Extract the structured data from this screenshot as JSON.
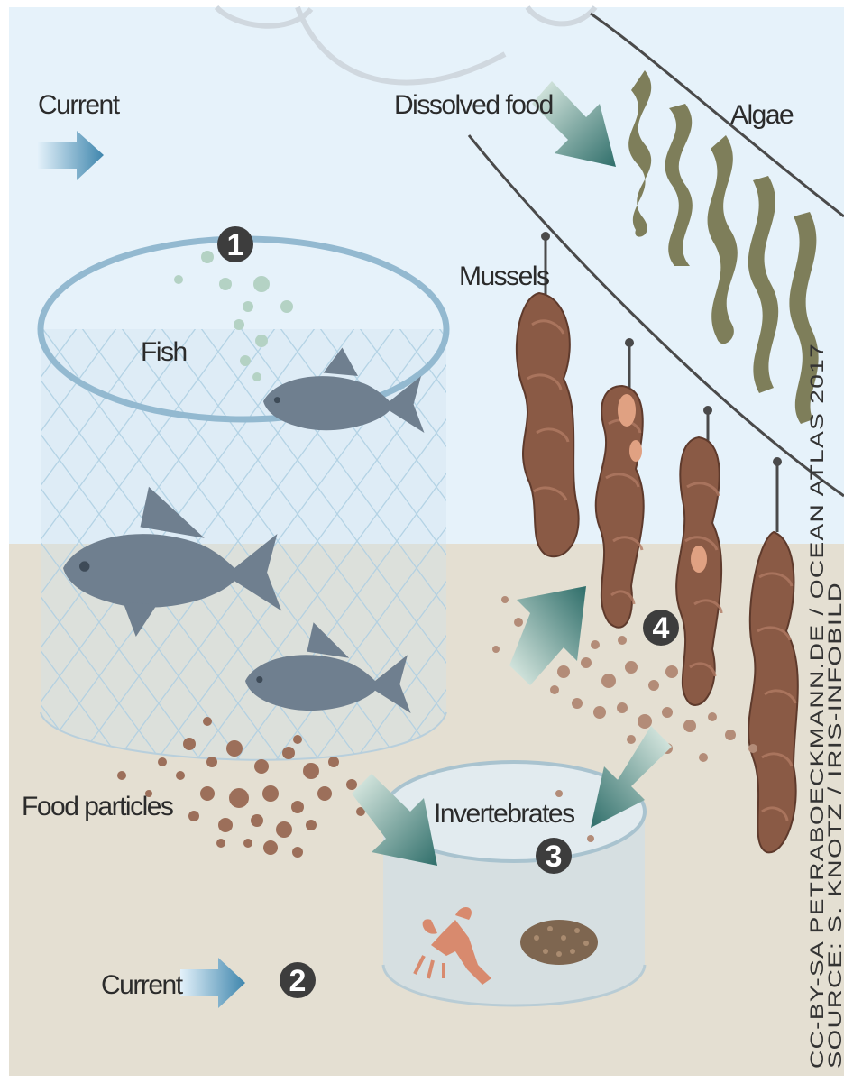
{
  "labels": {
    "current_top": "Current",
    "dissolved_food": "Dissolved food",
    "algae": "Algae",
    "mussels": "Mussels",
    "fish": "Fish",
    "food_particles": "Food particles",
    "invertebrates": "Invertebrates",
    "current_bottom": "Current"
  },
  "markers": [
    "1",
    "2",
    "3",
    "4"
  ],
  "credits": {
    "line1": "CC-BY-SA PETRABOECKMANN.DE / OCEAN ATLAS 2017",
    "line2": "SOURCE: S. KNOTZ / IRIS-INFOBILD"
  },
  "colors": {
    "water": "#e6f2fa",
    "seabed": "#e4dfd2",
    "fish": "#6f7f8f",
    "mussel": "#8a5a45",
    "algae": "#7e7e5a",
    "particles": "#9c6f5a",
    "arrow_teal": "#3f7f7a",
    "arrow_blue": "#4a8fb0",
    "marker": "#3d3d3d"
  }
}
